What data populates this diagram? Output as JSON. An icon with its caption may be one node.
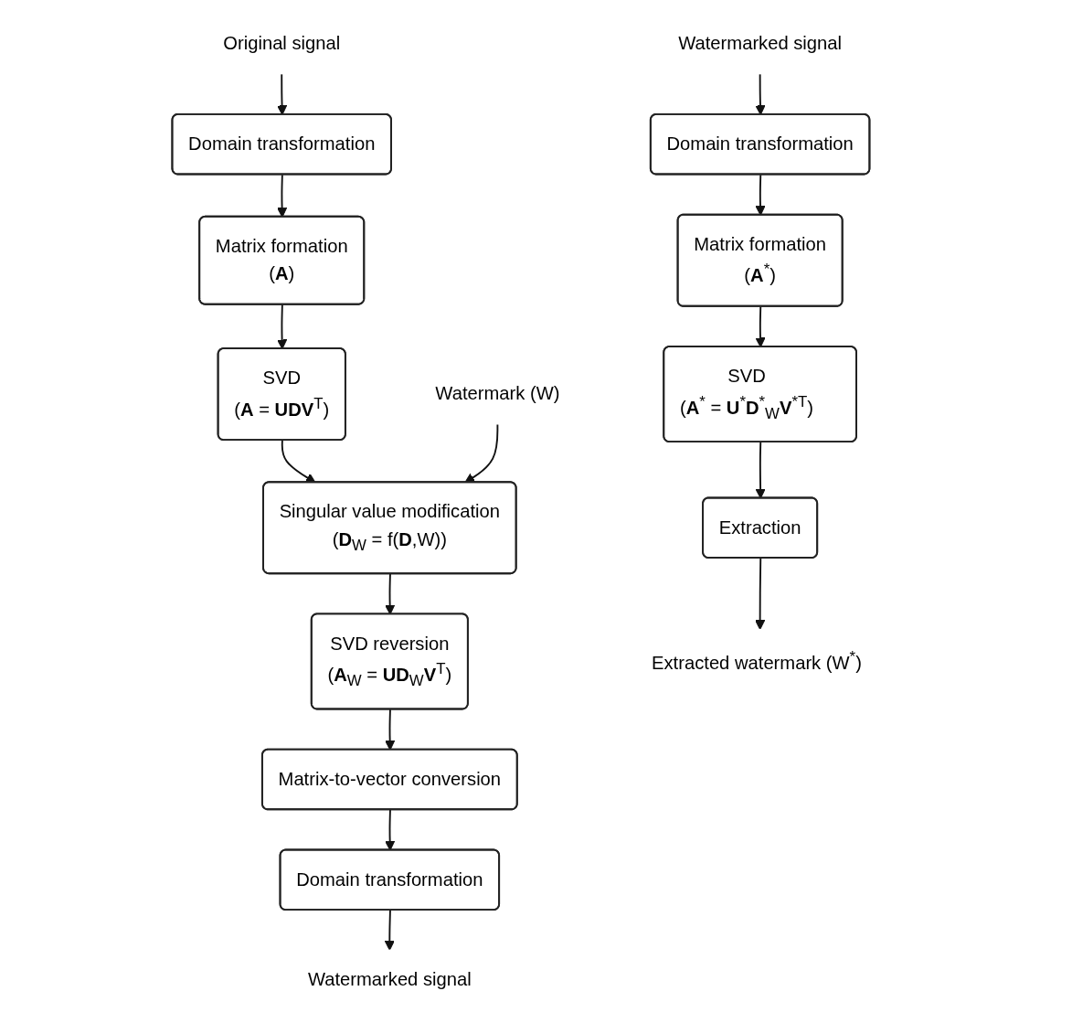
{
  "diagram": {
    "nodes": [
      {
        "text": [
          "Original signal"
        ]
      },
      {
        "text": [
          "Domain transformation"
        ]
      },
      {
        "text": [
          "Matrix formation",
          "(**A**)"
        ]
      },
      {
        "text": [
          "SVD",
          "(**A** = **UDV**$^{T}$)"
        ]
      },
      {
        "text": [
          "Watermark (W)"
        ]
      },
      {
        "text": [
          "Singular value modification",
          "(**D**$_{W}$ = f(**D**,W))"
        ]
      },
      {
        "text": [
          "SVD reversion",
          "(**A**$_{W}$ = **UD**$_{W}$**V**$^{T}$)"
        ]
      },
      {
        "text": [
          "Matrix-to-vector conversion"
        ]
      },
      {
        "text": [
          "Domain transformation"
        ]
      },
      {
        "text": [
          "Watermarked signal"
        ]
      },
      {
        "text": [
          "Watermarked signal"
        ]
      },
      {
        "text": [
          "Domain transformation"
        ]
      },
      {
        "text": [
          "Matrix formation",
          "(**A**$^{*}$)"
        ]
      },
      {
        "text": [
          "SVD",
          "(**A**$^{*}$ = **U**$^{*}$**D**$^{*}$$_{W}$**V**$^{*T}$)"
        ]
      },
      {
        "text": [
          "Extraction"
        ]
      },
      {
        "text": [
          "Extracted watermark (W$^{*}$)"
        ]
      }
    ],
    "edges": [
      {
        "from": 0,
        "to": 1,
        "arrow": "to"
      },
      {
        "from": 1,
        "to": 2,
        "arrow": "to"
      },
      {
        "from": 2,
        "to": 3,
        "arrow": "to"
      },
      {
        "from": 3,
        "to": 5,
        "arrow": "to"
      },
      {
        "from": 4,
        "to": 5,
        "arrow": "to"
      },
      {
        "from": 5,
        "to": 6,
        "arrow": "to"
      },
      {
        "from": 6,
        "to": 7,
        "arrow": "to"
      },
      {
        "from": 7,
        "to": 8,
        "arrow": "to"
      },
      {
        "from": 8,
        "to": 9,
        "arrow": "to"
      },
      {
        "from": 10,
        "to": 11,
        "arrow": "to"
      },
      {
        "from": 11,
        "to": 12,
        "arrow": "to"
      },
      {
        "from": 12,
        "to": 13,
        "arrow": "to"
      },
      {
        "from": 13,
        "to": 14,
        "arrow": "to"
      },
      {
        "from": 14,
        "to": 15,
        "arrow": "to"
      }
    ]
  }
}
